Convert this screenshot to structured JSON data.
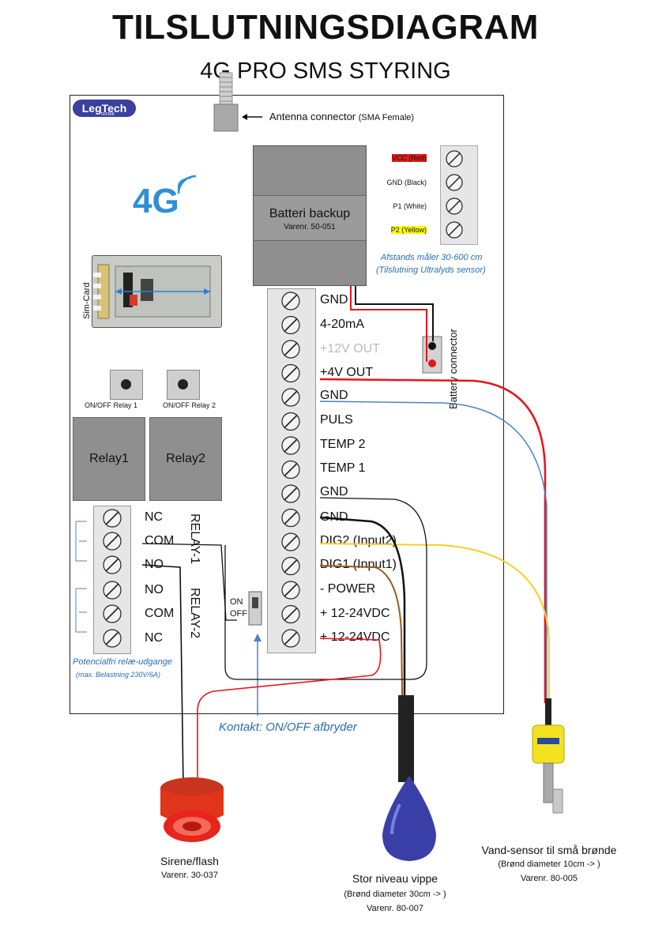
{
  "header": {
    "title": "TILSLUTNINGSDIAGRAM",
    "subtitle": "4G PRO SMS STYRING"
  },
  "board": {
    "logo": "LegTech",
    "logo_sub": "TEKNIK",
    "network_label": "4G",
    "antenna_label": "Antenna connector",
    "antenna_note": "(SMA Female)",
    "sim_label": "Sim-Card",
    "battery_title": "Batteri backup",
    "battery_ref": "Varenr. 50-051",
    "battery_connector_label": "Battery connector",
    "sensor_terminals": [
      {
        "label": "VCC (Red)",
        "highlight": "#e31b1b"
      },
      {
        "label": "GND (Black)",
        "highlight": ""
      },
      {
        "label": "P1 (White)",
        "highlight": ""
      },
      {
        "label": "P2 (Yellow)",
        "highlight": "#ffff00"
      }
    ],
    "sensor_note_1": "Afstands måler  30-600 cm",
    "sensor_note_2": "(Tilslutning Ultralyds sensor)",
    "main_terminals": [
      "GND",
      "4-20mA",
      "+12V OUT",
      "+4V OUT",
      "GND",
      "PULS",
      "TEMP 2",
      "TEMP 1",
      "GND",
      "GND",
      "DIG2 (Input2)",
      "DIG1 (Input1)",
      "- POWER",
      "+ 12-24VDC",
      "+ 12-24VDC"
    ],
    "button_1_label": "ON/OFF Relay 1",
    "button_2_label": "ON/OFF Relay 2",
    "relay_1_box": "Relay1",
    "relay_2_box": "Relay2",
    "relay_terminals": [
      "NC",
      "COM",
      "NO",
      "NO",
      "COM",
      "NC"
    ],
    "relay_1_group": "RELAY-1",
    "relay_2_group": "RELAY-2",
    "switch_on": "ON",
    "switch_off": "OFF",
    "relay_note_1": "Potencialfri relæ-udgange",
    "relay_note_2": "(max. Belastning 230V/6A)"
  },
  "annotations": {
    "switch_note": "Kontakt: ON/OFF afbryder"
  },
  "devices": {
    "siren_name": "Sirene/flash",
    "siren_ref": "Varenr. 30-037",
    "float_name": "Stor niveau vippe",
    "float_detail": "(Brønd diameter 30cm -> )",
    "float_ref": "Varenr. 80-007",
    "water_name": "Vand-sensor til små brønde",
    "water_detail": "(Brønd diameter 10cm -> )",
    "water_ref": "Varenr. 80-005"
  },
  "colors": {
    "wire_red": "#e8141b",
    "wire_black": "#111111",
    "wire_blue": "#4b83c6",
    "wire_yellow": "#f5cf2b",
    "wire_brown": "#9a5a1a",
    "note_blue": "#2a6db2",
    "siren_red": "#e0341b",
    "float_blue": "#3a3fa8",
    "sensor_yellow": "#f2e21f"
  }
}
